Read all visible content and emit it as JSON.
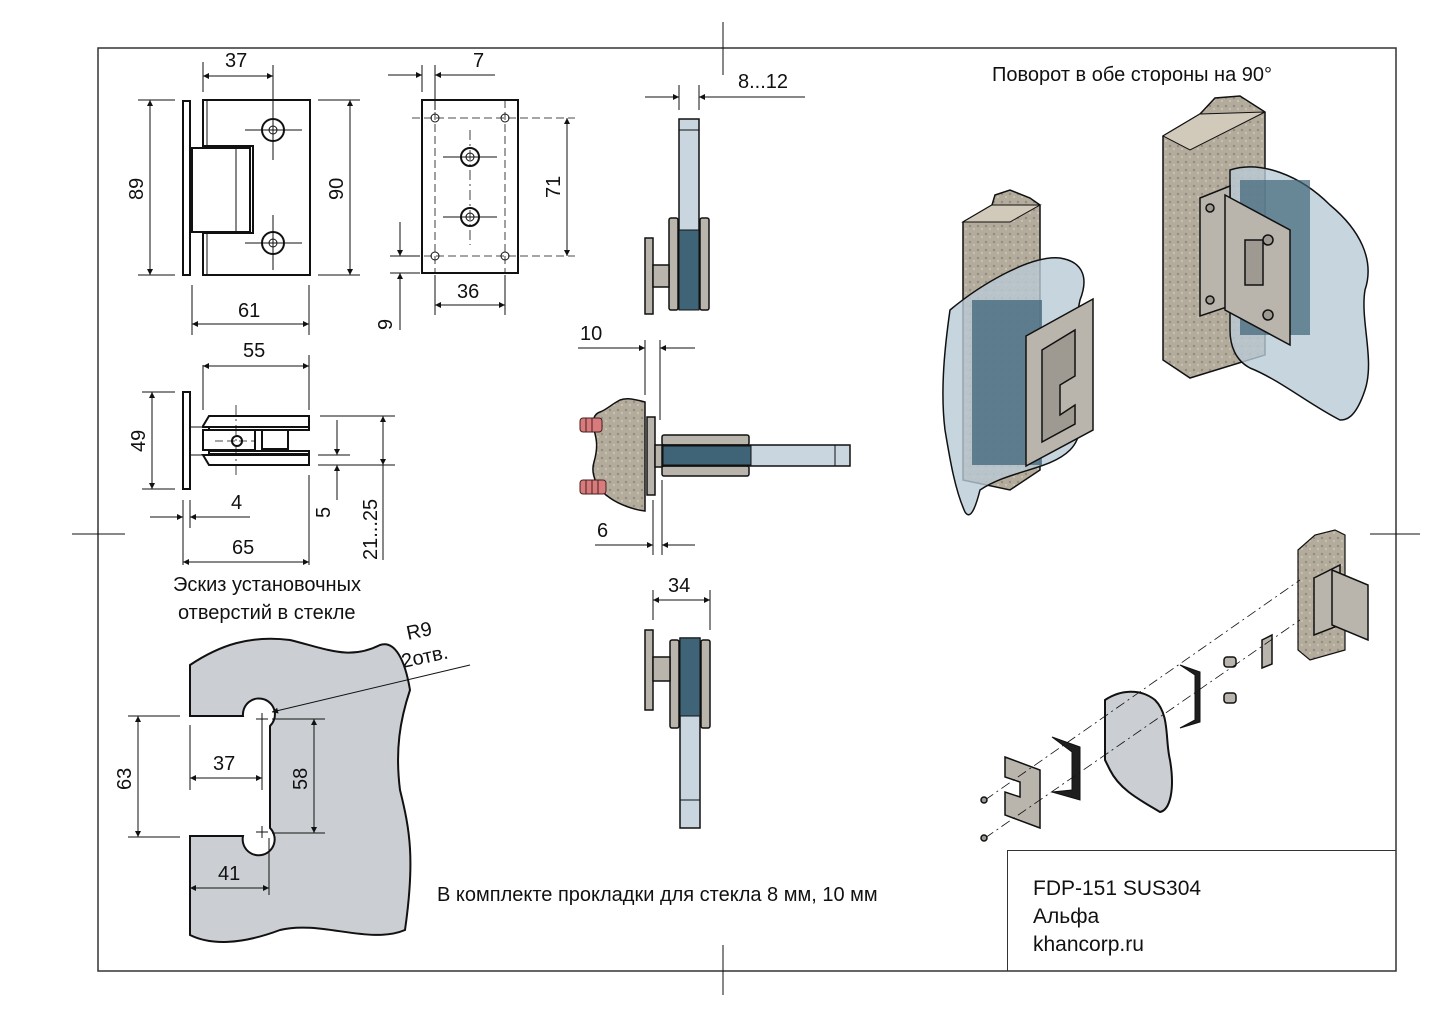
{
  "sheet": {
    "caption_rotation": "Поворот в обе стороны на 90°",
    "caption_sketch_line1": "Эскиз установочных",
    "caption_sketch_line2": "отверстий в стекле",
    "note_gaskets": "В комплекте прокладки для стекла 8 мм, 10 мм"
  },
  "title_block": {
    "model": "FDP-151 SUS304",
    "name": "Альфа",
    "site": "khancorp.ru"
  },
  "views": {
    "front": {
      "top_offset": "37",
      "height_left": "89",
      "height_right": "90",
      "width": "61"
    },
    "back_plate": {
      "edge_offset": "7",
      "hole_spacing_v": "71",
      "hole_spacing_h": "36",
      "edge_bottom": "9"
    },
    "side_top": {
      "glass_thickness": "8...12"
    },
    "top": {
      "length": "55",
      "height": "49",
      "plate_thickness": "4",
      "total_length": "65",
      "slot": "5",
      "clamp_height": "21...25"
    },
    "section": {
      "offset_top": "10",
      "offset_bottom": "6"
    },
    "side_bottom": {
      "width": "34"
    },
    "glass_cutout": {
      "radius": "R9",
      "hole_count": "2отв.",
      "depth_top": "37",
      "hole_spacing": "58",
      "opening": "63",
      "depth_bottom": "41"
    }
  }
}
